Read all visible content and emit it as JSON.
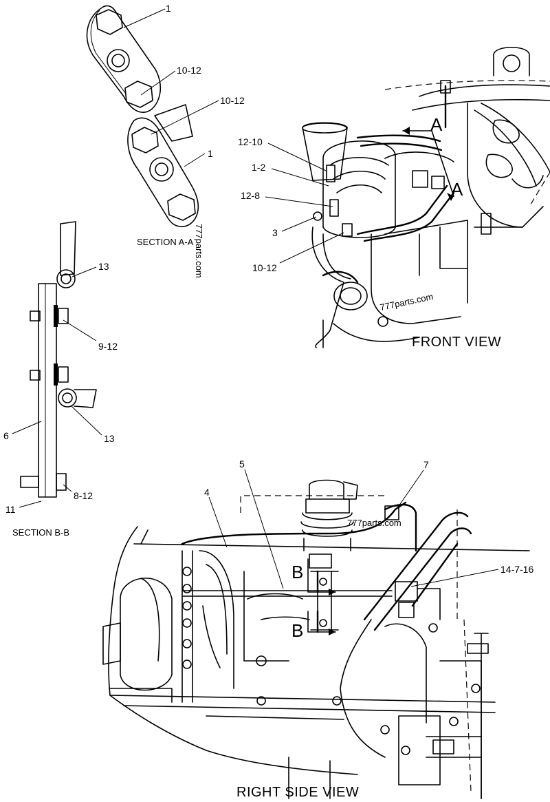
{
  "views": {
    "section_aa": "SECTION A-A",
    "section_bb": "SECTION B-B",
    "front": "FRONT VIEW",
    "right_side": "RIGHT SIDE VIEW"
  },
  "section_markers": {
    "a_top": "A",
    "a_bottom": "A",
    "b_top": "B",
    "b_bottom": "B"
  },
  "callouts": {
    "aa_1_top": "1",
    "aa_10_12_upper": "10-12",
    "aa_10_12_lower": "10-12",
    "aa_1_bottom": "1",
    "fv_12_10": "12-10",
    "fv_1_2": "1-2",
    "fv_12_8": "12-8",
    "fv_3": "3",
    "fv_10_12": "10-12",
    "bb_13_top": "13",
    "bb_9_12": "9-12",
    "bb_6": "6",
    "bb_13_bottom": "13",
    "bb_8_12": "8-12",
    "bb_11": "11",
    "rs_5": "5",
    "rs_4": "4",
    "rs_7": "7",
    "rs_14_7_16": "14-7-16"
  },
  "watermarks": {
    "wm_vertical": "777parts.com",
    "wm_front": "777parts.com",
    "wm_side": "777parts.com"
  }
}
